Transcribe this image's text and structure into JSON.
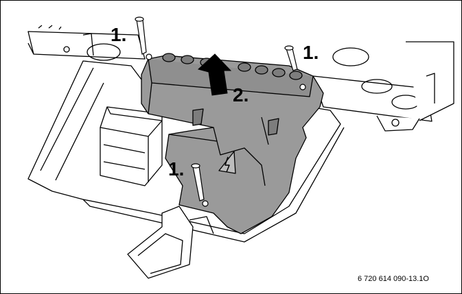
{
  "steps": {
    "step1_left": "1.",
    "step1_right": "1.",
    "step1_bottom": "1.",
    "step2": "2."
  },
  "reference_code": "6 720 614 090-13.1O",
  "colors": {
    "cover_fill": "#9a9a9a",
    "cover_dark": "#7d7d7d",
    "line": "#000000",
    "arrow_fill": "#000000"
  },
  "icons": {
    "warning": "high-voltage-warning-icon",
    "arrow": "lift-arrow-icon",
    "screw": "screw-icon"
  }
}
